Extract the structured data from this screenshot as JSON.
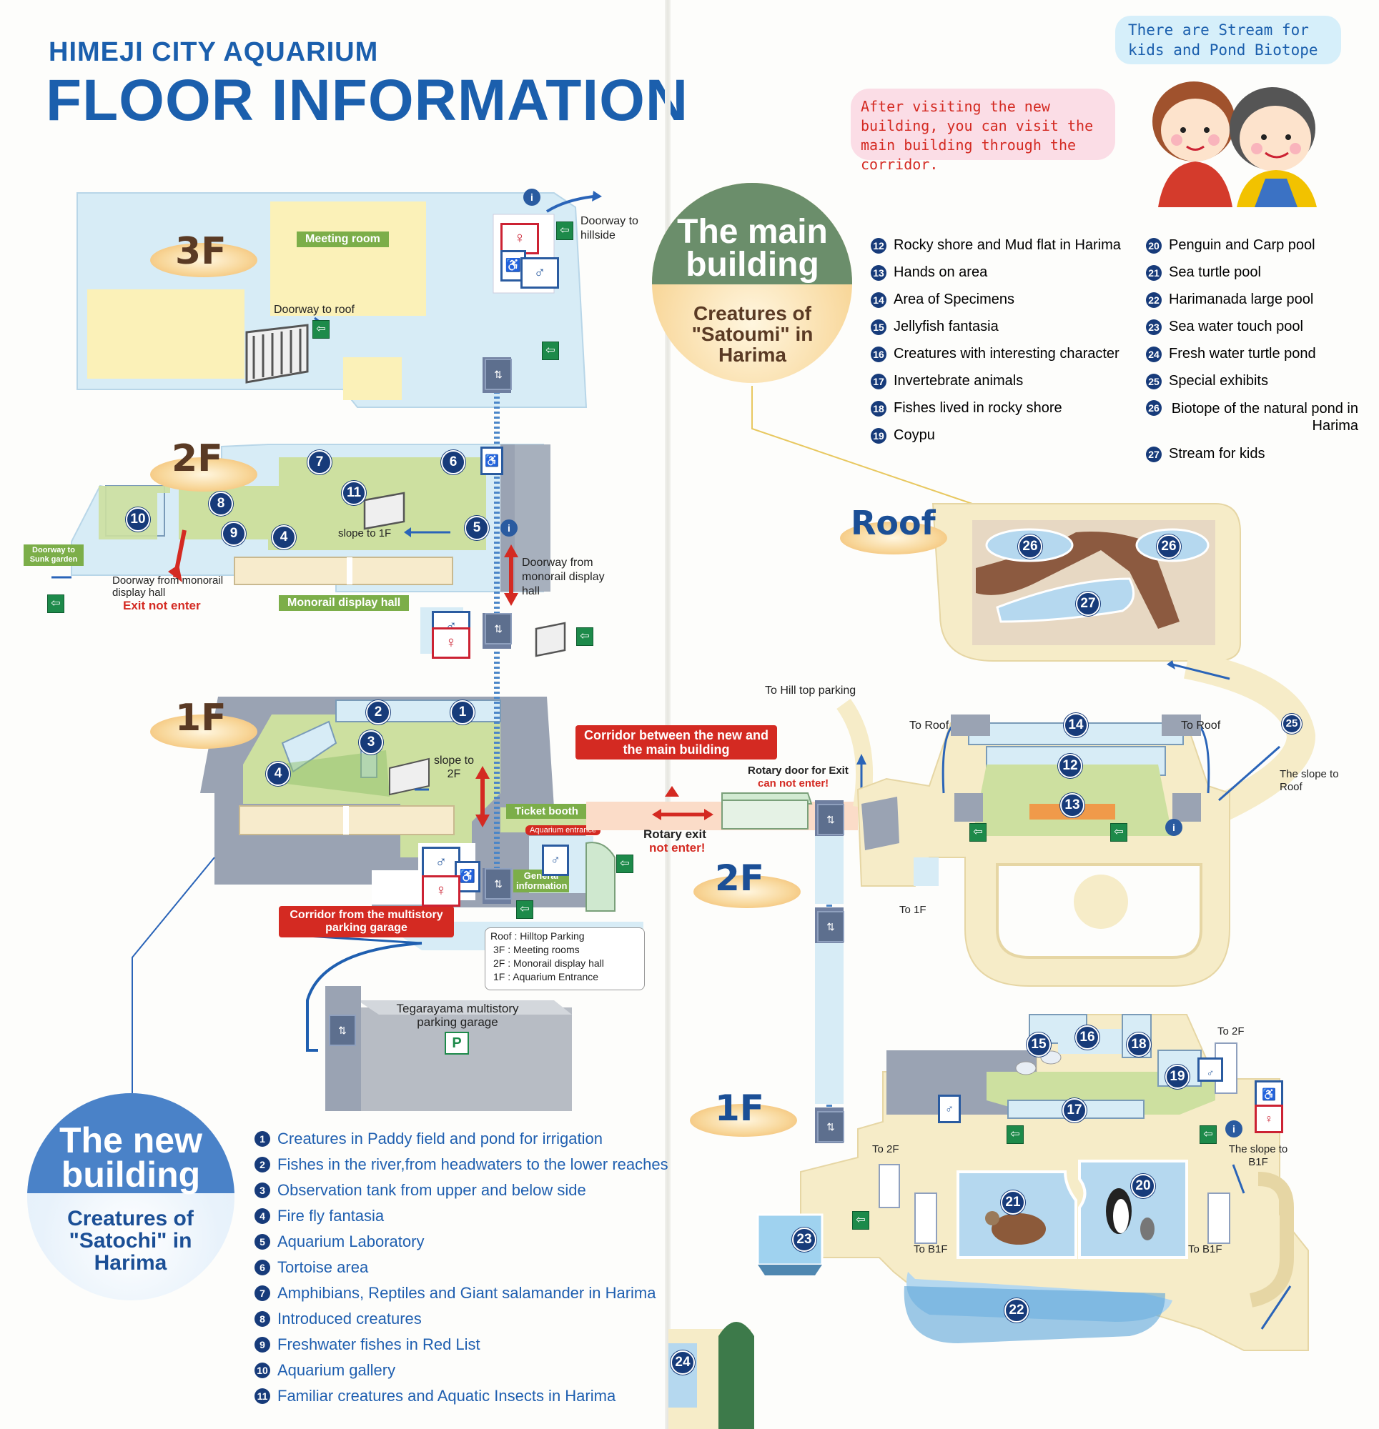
{
  "header": {
    "subtitle": "HIMEJI CITY AQUARIUM",
    "title": "FLOOR INFORMATION"
  },
  "speech": {
    "blue": "There are Stream for kids and Pond Biotope",
    "pink": "After visiting the new building, you can visit the main building through the corridor."
  },
  "new_building": {
    "name": "The new building",
    "sub": "Creatures of \"Satochi\" in Harima",
    "floors": {
      "f3": "3F",
      "f2": "2F",
      "f1": "1F"
    },
    "labels": {
      "meeting_room": "Meeting room",
      "doorway_roof": "Doorway to roof",
      "doorway_hillside": "Doorway to hillside",
      "doorway_sunk": "Doorway to Sunk garden",
      "slope_1f": "slope to 1F",
      "slope_2f": "slope to 2F",
      "doorway_from_hall": "Doorway from monorail display hall",
      "exit_not_enter": "Exit not enter",
      "monorail_hall": "Monorail display hall",
      "doorway_from_monorail": "Doorway from monorail display hall",
      "ticket_booth": "Ticket booth",
      "aquarium_entrance": "Aquarium entrance",
      "general_info": "General information",
      "corridor_parking": "Corridor from the multistory parking garage",
      "parking_garage": "Tegarayama multistory parking garage",
      "parking_p": "P"
    },
    "elevator_legend": [
      {
        "floor": "Roof",
        "text": "Hilltop Parking"
      },
      {
        "floor": "3F",
        "text": "Meeting rooms"
      },
      {
        "floor": "2F",
        "text": "Monorail display hall"
      },
      {
        "floor": "1F",
        "text": "Aquarium Entrance"
      }
    ],
    "legend": [
      {
        "n": "1",
        "text": "Creatures in Paddy field and pond for irrigation"
      },
      {
        "n": "2",
        "text": "Fishes in the river,from headwaters to the lower reaches"
      },
      {
        "n": "3",
        "text": "Observation tank from upper and below side"
      },
      {
        "n": "4",
        "text": "Fire fly fantasia"
      },
      {
        "n": "5",
        "text": "Aquarium Laboratory"
      },
      {
        "n": "6",
        "text": "Tortoise area"
      },
      {
        "n": "7",
        "text": "Amphibians, Reptiles and Giant salamander in Harima"
      },
      {
        "n": "8",
        "text": "Introduced creatures"
      },
      {
        "n": "9",
        "text": "Freshwater fishes in Red List"
      },
      {
        "n": "10",
        "text": "Aquarium gallery"
      },
      {
        "n": "11",
        "text": "Familiar creatures and Aquatic Insects in Harima"
      }
    ]
  },
  "corridor": {
    "title": "Corridor between the new and the main building",
    "rotary_exit": "Rotary exit",
    "not_enter": "not enter!",
    "rotary_door": "Rotary door for Exit",
    "cannot_enter": "can not enter!",
    "hilltop_parking": "To Hill top parking"
  },
  "main_building": {
    "name": "The main building",
    "sub": "Creatures of \"Satoumi\" in Harima",
    "floors": {
      "roof": "Roof",
      "f2": "2F",
      "f1": "1F"
    },
    "labels": {
      "to_roof_left": "To Roof",
      "to_roof_right": "To Roof",
      "slope_roof": "The slope to Roof",
      "to_1f": "To 1F",
      "to_2f_left": "To 2F",
      "to_2f_right": "To 2F",
      "to_b1f_left": "To B1F",
      "to_b1f_right": "To B1F",
      "slope_b1f": "The slope to B1F"
    },
    "legend_left": [
      {
        "n": "12",
        "text": "Rocky shore and Mud flat in Harima"
      },
      {
        "n": "13",
        "text": "Hands on area"
      },
      {
        "n": "14",
        "text": "Area of Specimens"
      },
      {
        "n": "15",
        "text": "Jellyfish fantasia"
      },
      {
        "n": "16",
        "text": "Creatures with interesting character"
      },
      {
        "n": "17",
        "text": "Invertebrate animals"
      },
      {
        "n": "18",
        "text": "Fishes lived in rocky shore"
      },
      {
        "n": "19",
        "text": "Coypu"
      }
    ],
    "legend_right": [
      {
        "n": "20",
        "text": "Penguin and Carp pool"
      },
      {
        "n": "21",
        "text": "Sea turtle pool"
      },
      {
        "n": "22",
        "text": "Harimanada large pool"
      },
      {
        "n": "23",
        "text": "Sea water touch pool"
      },
      {
        "n": "24",
        "text": "Fresh water turtle pond"
      },
      {
        "n": "25",
        "text": "Special exhibits"
      },
      {
        "n": "26",
        "text": "Biotope of the natural pond in Harima"
      },
      {
        "n": "27",
        "text": "Stream for kids"
      }
    ]
  },
  "map_numbers": [
    "1",
    "2",
    "3",
    "4",
    "5",
    "6",
    "7",
    "8",
    "9",
    "10",
    "11",
    "12",
    "13",
    "14",
    "15",
    "16",
    "17",
    "18",
    "19",
    "20",
    "21",
    "22",
    "23",
    "24",
    "25",
    "26",
    "27"
  ],
  "colors": {
    "title_blue": "#1b5fad",
    "floor_blue": "#d7ecf6",
    "exhibit_green": "#cde0a0",
    "red_accent": "#d42a22",
    "main_cream": "#f6ecc8",
    "num_navy": "#173b7a"
  }
}
